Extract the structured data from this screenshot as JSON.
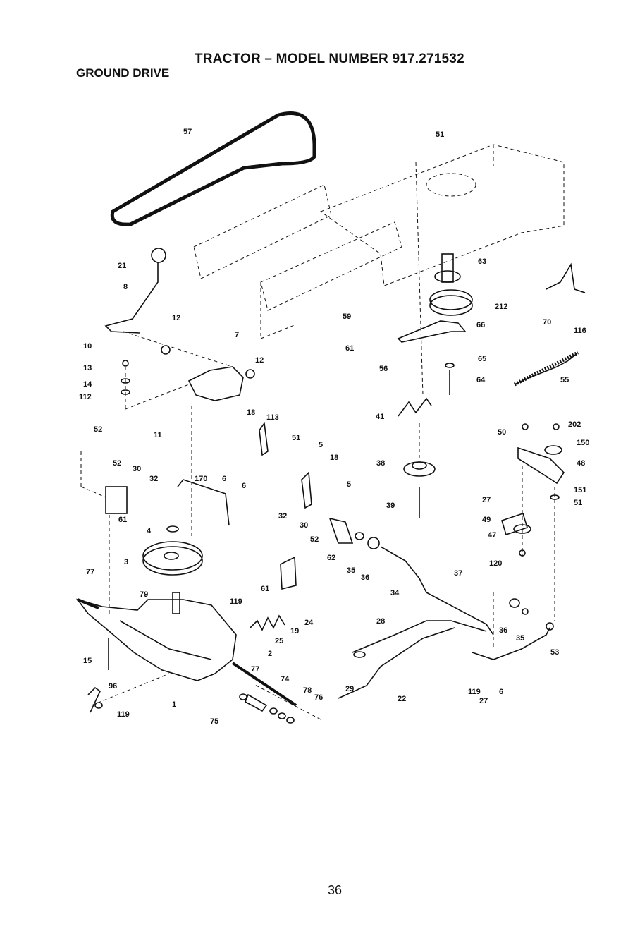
{
  "header": {
    "title": "TRACTOR – MODEL NUMBER 917.271532",
    "section": "GROUND DRIVE"
  },
  "footer": {
    "page_number": "36"
  },
  "callouts": [
    {
      "id": "c57",
      "text": "57"
    },
    {
      "id": "c51a",
      "text": "51"
    },
    {
      "id": "c21",
      "text": "21"
    },
    {
      "id": "c8",
      "text": "8"
    },
    {
      "id": "c10",
      "text": "10"
    },
    {
      "id": "c12a",
      "text": "12"
    },
    {
      "id": "c7",
      "text": "7"
    },
    {
      "id": "c12b",
      "text": "12"
    },
    {
      "id": "c13",
      "text": "13"
    },
    {
      "id": "c14",
      "text": "14"
    },
    {
      "id": "c112",
      "text": "112"
    },
    {
      "id": "c63",
      "text": "63"
    },
    {
      "id": "c212",
      "text": "212"
    },
    {
      "id": "c70",
      "text": "70"
    },
    {
      "id": "c116",
      "text": "116"
    },
    {
      "id": "c59",
      "text": "59"
    },
    {
      "id": "c66",
      "text": "66"
    },
    {
      "id": "c61a",
      "text": "61"
    },
    {
      "id": "c56",
      "text": "56"
    },
    {
      "id": "c65",
      "text": "65"
    },
    {
      "id": "c64",
      "text": "64"
    },
    {
      "id": "c55",
      "text": "55"
    },
    {
      "id": "c52a",
      "text": "52"
    },
    {
      "id": "c11",
      "text": "11"
    },
    {
      "id": "c18a",
      "text": "18"
    },
    {
      "id": "c113",
      "text": "113"
    },
    {
      "id": "c51b",
      "text": "51"
    },
    {
      "id": "c5a",
      "text": "5"
    },
    {
      "id": "c18b",
      "text": "18"
    },
    {
      "id": "c41",
      "text": "41"
    },
    {
      "id": "c50",
      "text": "50"
    },
    {
      "id": "c202",
      "text": "202"
    },
    {
      "id": "c150",
      "text": "150"
    },
    {
      "id": "c52b",
      "text": "52"
    },
    {
      "id": "c30a",
      "text": "30"
    },
    {
      "id": "c32a",
      "text": "32"
    },
    {
      "id": "c170",
      "text": "170"
    },
    {
      "id": "c6a",
      "text": "6"
    },
    {
      "id": "c6b",
      "text": "6"
    },
    {
      "id": "c5b",
      "text": "5"
    },
    {
      "id": "c38",
      "text": "38"
    },
    {
      "id": "c48",
      "text": "48"
    },
    {
      "id": "c151",
      "text": "151"
    },
    {
      "id": "c27a",
      "text": "27"
    },
    {
      "id": "c51c",
      "text": "51"
    },
    {
      "id": "c61b",
      "text": "61"
    },
    {
      "id": "c4",
      "text": "4"
    },
    {
      "id": "c39",
      "text": "39"
    },
    {
      "id": "c49",
      "text": "49"
    },
    {
      "id": "c47",
      "text": "47"
    },
    {
      "id": "c32b",
      "text": "32"
    },
    {
      "id": "c30b",
      "text": "30"
    },
    {
      "id": "c52c",
      "text": "52"
    },
    {
      "id": "c62",
      "text": "62"
    },
    {
      "id": "c3",
      "text": "3"
    },
    {
      "id": "c35a",
      "text": "35"
    },
    {
      "id": "c36a",
      "text": "36"
    },
    {
      "id": "c120",
      "text": "120"
    },
    {
      "id": "c77a",
      "text": "77"
    },
    {
      "id": "c61c",
      "text": "61"
    },
    {
      "id": "c37",
      "text": "37"
    },
    {
      "id": "c34",
      "text": "34"
    },
    {
      "id": "c79",
      "text": "79"
    },
    {
      "id": "c119a",
      "text": "119"
    },
    {
      "id": "c24",
      "text": "24"
    },
    {
      "id": "c19",
      "text": "19"
    },
    {
      "id": "c25",
      "text": "25"
    },
    {
      "id": "c28",
      "text": "28"
    },
    {
      "id": "c36b",
      "text": "36"
    },
    {
      "id": "c35b",
      "text": "35"
    },
    {
      "id": "c15",
      "text": "15"
    },
    {
      "id": "c2",
      "text": "2"
    },
    {
      "id": "c53",
      "text": "53"
    },
    {
      "id": "c77b",
      "text": "77"
    },
    {
      "id": "c74",
      "text": "74"
    },
    {
      "id": "c29",
      "text": "29"
    },
    {
      "id": "c78",
      "text": "78"
    },
    {
      "id": "c76",
      "text": "76"
    },
    {
      "id": "c22",
      "text": "22"
    },
    {
      "id": "c119b",
      "text": "119"
    },
    {
      "id": "c27b",
      "text": "27"
    },
    {
      "id": "c6c",
      "text": "6"
    },
    {
      "id": "c96",
      "text": "96"
    },
    {
      "id": "c1",
      "text": "1"
    },
    {
      "id": "c119c",
      "text": "119"
    },
    {
      "id": "c75",
      "text": "75"
    }
  ]
}
